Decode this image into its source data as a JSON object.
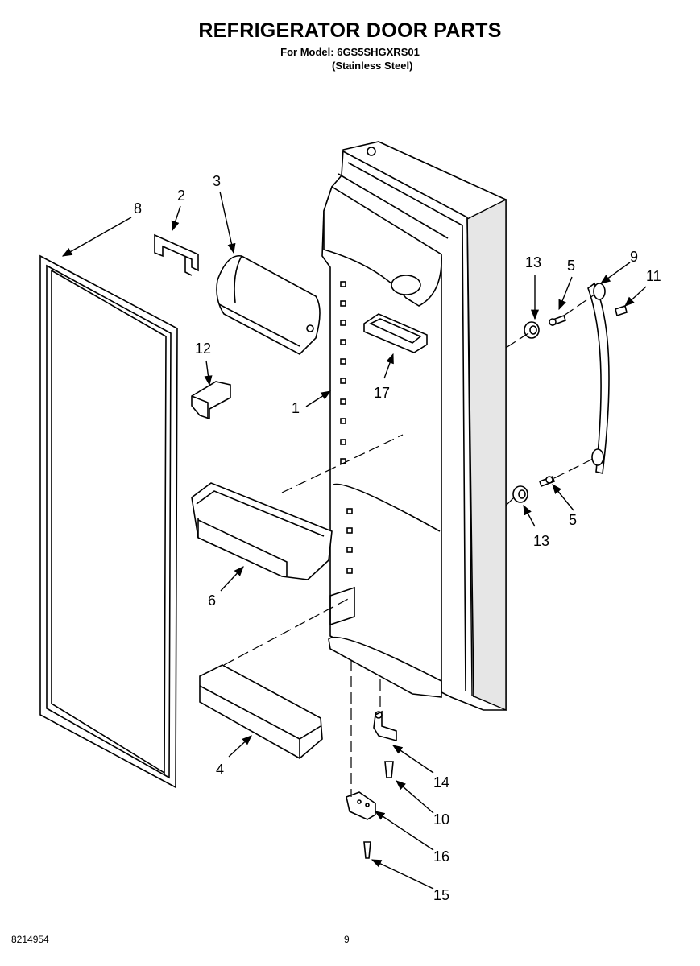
{
  "header": {
    "title": "REFRIGERATOR DOOR PARTS",
    "model_line": "For Model: 6GS5SHGXRS01",
    "finish_line": "(Stainless Steel)"
  },
  "footer": {
    "document_number": "8214954",
    "page_number": "9"
  },
  "callouts": {
    "c1": "1",
    "c2": "2",
    "c3": "3",
    "c4": "4",
    "c5a": "5",
    "c5b": "5",
    "c6": "6",
    "c8": "8",
    "c9": "9",
    "c10": "10",
    "c11": "11",
    "c12": "12",
    "c13a": "13",
    "c13b": "13",
    "c14": "14",
    "c15": "15",
    "c16": "16",
    "c17": "17"
  }
}
